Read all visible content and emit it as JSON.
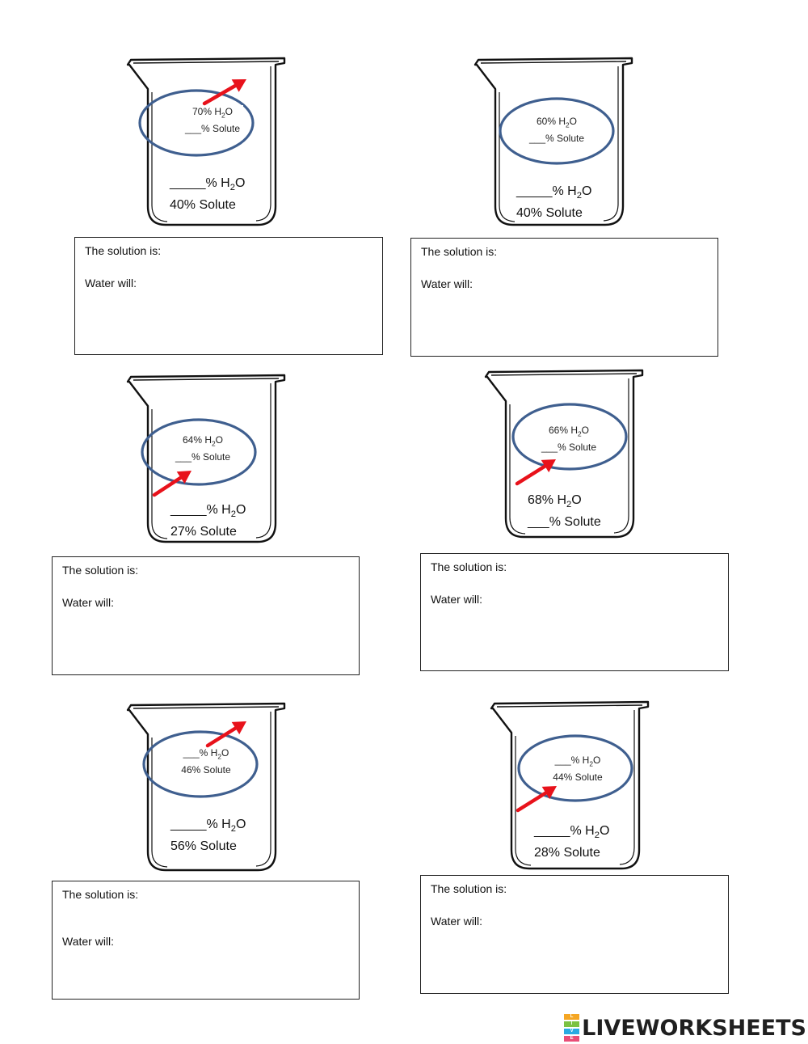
{
  "beakers": [
    {
      "cell_line1": [
        "70% H",
        "O"
      ],
      "cell_line2": [
        "___",
        "% Solute"
      ],
      "outer_line1": [
        "_____",
        "% H",
        "O"
      ],
      "outer_line2": [
        "",
        "40% Solute"
      ],
      "arrow": "outward"
    },
    {
      "cell_line1": [
        "60% H",
        "O"
      ],
      "cell_line2": [
        "___",
        "% Solute"
      ],
      "outer_line1": [
        "_____",
        "% H",
        "O"
      ],
      "outer_line2": [
        "",
        "40% Solute"
      ],
      "arrow": "none"
    },
    {
      "cell_line1": [
        "64% H",
        "O"
      ],
      "cell_line2": [
        "___",
        "% Solute"
      ],
      "outer_line1": [
        "_____",
        "% H",
        "O"
      ],
      "outer_line2": [
        "",
        "27% Solute"
      ],
      "arrow": "inward"
    },
    {
      "cell_line1": [
        "66% H",
        "O"
      ],
      "cell_line2": [
        "___",
        "% Solute"
      ],
      "outer_line1": [
        "",
        "68% H",
        "O"
      ],
      "outer_line2": [
        "___",
        "% Solute"
      ],
      "arrow": "inward"
    },
    {
      "cell_line1": [
        "___% H",
        "O"
      ],
      "cell_line2": [
        "",
        "46% Solute"
      ],
      "outer_line1": [
        "_____",
        "% H",
        "O"
      ],
      "outer_line2": [
        "",
        "56% Solute"
      ],
      "arrow": "outward"
    },
    {
      "cell_line1": [
        "___% H",
        "O"
      ],
      "cell_line2": [
        "",
        "44% Solute"
      ],
      "outer_line1": [
        "_____",
        "% H",
        "O"
      ],
      "outer_line2": [
        "",
        "28% Solute"
      ],
      "arrow": "inward"
    }
  ],
  "subscript": "2",
  "answer_boxes": [
    {
      "solution_label": "The solution is:",
      "water_label": "Water will:"
    },
    {
      "solution_label": "The solution is:",
      "water_label": "Water will:"
    },
    {
      "solution_label": "The solution is:",
      "water_label": "Water will:"
    },
    {
      "solution_label": "The solution is:",
      "water_label": "Water will:"
    },
    {
      "solution_label": "The solution is:",
      "water_label": "Water will:"
    },
    {
      "solution_label": "The solution is:",
      "water_label": "Water will:"
    }
  ],
  "brand": {
    "text": "LIVEWORKSHEETS",
    "mark_letters": [
      "L",
      "I",
      "V",
      "E"
    ]
  },
  "colors": {
    "cell_outline": "#3f5f8f",
    "arrow": "#e8121b",
    "beaker_outline": "#111111"
  }
}
